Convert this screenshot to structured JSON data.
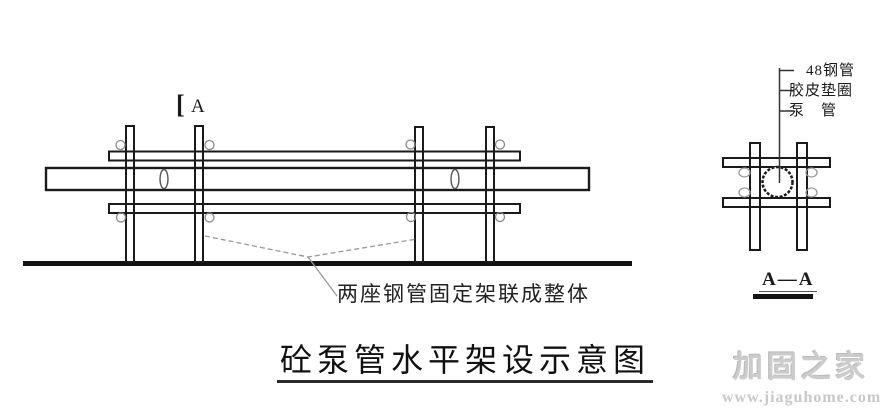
{
  "title": "砼泵管水平架设示意图",
  "elevation": {
    "section_cut_bracket": "[",
    "section_cut_letter": "A",
    "leader_label": "两座钢管固定架联成整体"
  },
  "section": {
    "labels": [
      {
        "text": "48钢管"
      },
      {
        "text": "胶皮垫圈"
      },
      {
        "text": "泵　管"
      }
    ],
    "caption": "A—A"
  },
  "watermark": {
    "brand": "加固之家",
    "url": "www.jiaguhome.com"
  },
  "colors": {
    "line": "#1a1a1a",
    "light_line": "#999999",
    "ground": "#111111",
    "watermark": "#cccccc"
  }
}
